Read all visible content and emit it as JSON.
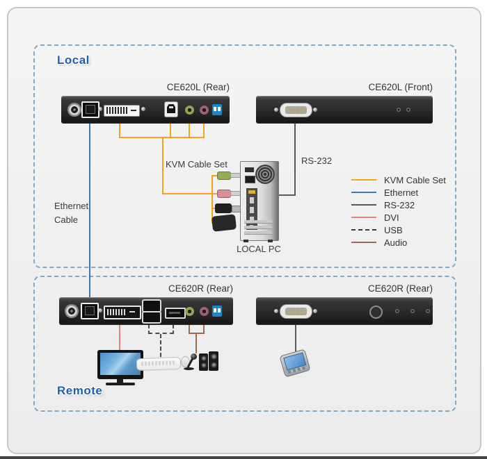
{
  "sections": {
    "local": "Local",
    "remote": "Remote"
  },
  "devices": {
    "local_rear_label": "CE620L (Rear)",
    "local_front_label": "CE620L (Front)",
    "remote_left_label": "CE620R (Rear)",
    "remote_right_label": "CE620R (Rear)"
  },
  "annotations": {
    "kvm_cable_set": "KVM Cable Set",
    "rs232": "RS-232",
    "ethernet_line1": "Ethernet",
    "ethernet_line2": "Cable",
    "local_pc": "LOCAL PC"
  },
  "legend": {
    "items": [
      {
        "label": "KVM Cable Set",
        "color": "#f7a11a",
        "style": "solid"
      },
      {
        "label": "Ethernet",
        "color": "#3a78b5",
        "style": "solid"
      },
      {
        "label": "RS-232",
        "color": "#585858",
        "style": "solid"
      },
      {
        "label": "DVI",
        "color": "#e8837a",
        "style": "solid"
      },
      {
        "label": "USB",
        "color": "#3a3a3a",
        "style": "dashed"
      },
      {
        "label": "Audio",
        "color": "#9a6b4f",
        "style": "solid"
      }
    ]
  },
  "colors": {
    "section_border": "#84a9bf",
    "section_label": "#1d5fae",
    "panel_body": "#262626",
    "kvm": "#f7a11a",
    "ethernet": "#3a78b5",
    "rs232": "#585858",
    "dvi": "#e8837a",
    "usb": "#3a3a3a",
    "audio": "#9a6b4f"
  }
}
